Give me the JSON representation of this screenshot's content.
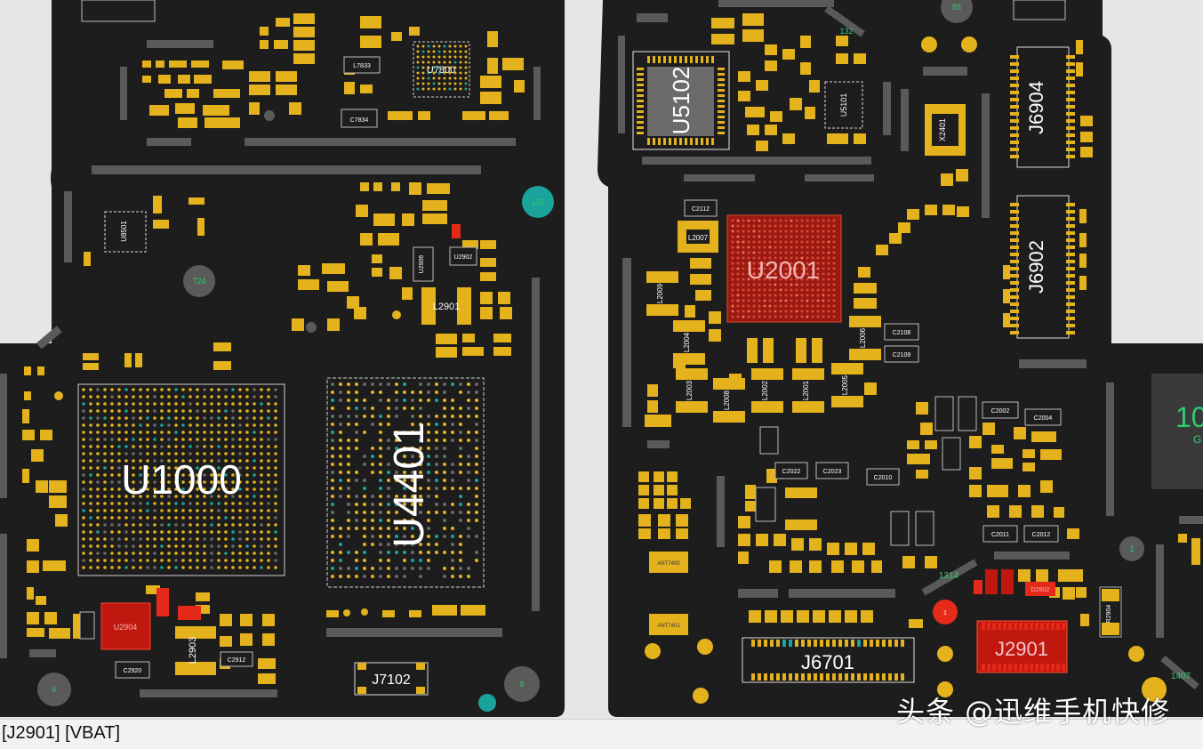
{
  "board": {
    "colors": {
      "board": "#1d1d1d",
      "pad": "#e4b21c",
      "pad_dark": "#2a2a2a",
      "silk": "#ffffff",
      "outline": "#6a6a6a",
      "highlight": "#c0170f",
      "highlight_bright": "#e52a1a",
      "via_teal": "#1aa39a",
      "test_point_grey": "#5a5a5a",
      "green_text": "#2ecc71"
    },
    "components": {
      "u1000": "U1000",
      "u4401": "U4401",
      "u2001": "U2001",
      "u5102": "U5102",
      "u7800": "U7800",
      "u5101": "U5101",
      "u2904": "U2904",
      "u2902": "U2902",
      "u2906": "U2906",
      "u8501": "U8501",
      "j6701": "J6701",
      "j7102": "J7102",
      "j2901": "J2901",
      "j6902": "J6902",
      "j6904": "J6904",
      "l2901": "L2901",
      "l2903": "L2903",
      "l2007": "L2007",
      "l2009": "L2009",
      "l2004": "L2004",
      "l2003": "L2003",
      "l2008": "L2008",
      "l2002": "L2002",
      "l2001": "L2001",
      "l2005": "L2005",
      "l2006": "L2006",
      "c2112": "C2112",
      "c2108": "C2108",
      "c2109": "C2109",
      "c2002": "C2002",
      "c2004": "C2004",
      "c2022": "C2022",
      "c2023": "C2023",
      "c2010": "C2010",
      "c2011": "C2011",
      "c2012": "C2012",
      "c2920": "C2920",
      "c2912": "C2912",
      "c7834": "C7834",
      "l7833": "L7833",
      "x2401": "X2401",
      "ant7400": "ANT7400",
      "ant7401": "ANT7401",
      "r2904": "R2904",
      "d2902": "D2902"
    },
    "test_points": {
      "tp85": "85",
      "tp132": "132",
      "tp115": "115",
      "tp724": "724",
      "tp6": "6",
      "tp9": "9",
      "tp1": "1",
      "tp1314": "1314",
      "tp1407": "1407",
      "tp1_red": "1"
    },
    "edge_label": "10",
    "edge_label_sub": "G"
  },
  "status_bar": {
    "selection": "[J2901] [VBAT]"
  },
  "watermark": "头条 @迅维手机快修"
}
